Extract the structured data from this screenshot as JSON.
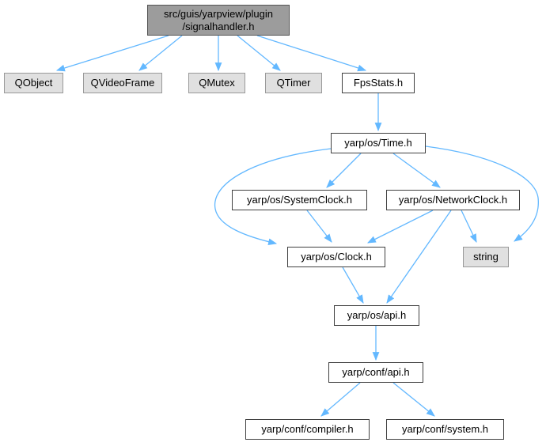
{
  "diagram": {
    "nodes": {
      "signalhandler": {
        "line1": "src/guis/yarpview/plugin",
        "line2": "/signalhandler.h"
      },
      "qobject": {
        "label": "QObject"
      },
      "qvideoframe": {
        "label": "QVideoFrame"
      },
      "qmutex": {
        "label": "QMutex"
      },
      "qtimer": {
        "label": "QTimer"
      },
      "fpsstats": {
        "label": "FpsStats.h"
      },
      "time": {
        "label": "yarp/os/Time.h"
      },
      "systemclock": {
        "label": "yarp/os/SystemClock.h"
      },
      "networkclock": {
        "label": "yarp/os/NetworkClock.h"
      },
      "clock": {
        "label": "yarp/os/Clock.h"
      },
      "string": {
        "label": "string"
      },
      "os_api": {
        "label": "yarp/os/api.h"
      },
      "conf_api": {
        "label": "yarp/conf/api.h"
      },
      "compiler": {
        "label": "yarp/conf/compiler.h"
      },
      "system": {
        "label": "yarp/conf/system.h"
      }
    },
    "edges": [
      {
        "from": "signalhandler",
        "to": "qobject"
      },
      {
        "from": "signalhandler",
        "to": "qvideoframe"
      },
      {
        "from": "signalhandler",
        "to": "qmutex"
      },
      {
        "from": "signalhandler",
        "to": "qtimer"
      },
      {
        "from": "signalhandler",
        "to": "fpsstats"
      },
      {
        "from": "fpsstats",
        "to": "time"
      },
      {
        "from": "time",
        "to": "systemclock"
      },
      {
        "from": "time",
        "to": "networkclock"
      },
      {
        "from": "time",
        "to": "clock"
      },
      {
        "from": "time",
        "to": "string"
      },
      {
        "from": "systemclock",
        "to": "clock"
      },
      {
        "from": "networkclock",
        "to": "clock"
      },
      {
        "from": "networkclock",
        "to": "string"
      },
      {
        "from": "networkclock",
        "to": "os_api"
      },
      {
        "from": "clock",
        "to": "os_api"
      },
      {
        "from": "os_api",
        "to": "conf_api"
      },
      {
        "from": "conf_api",
        "to": "compiler"
      },
      {
        "from": "conf_api",
        "to": "system"
      }
    ],
    "colors": {
      "edge": "#63B8FF",
      "doc_node_fill": "#FFFFFF",
      "doc_node_border": "#404040",
      "external_node_fill": "#E0E0E0",
      "external_node_border": "#999999",
      "root_node_fill": "#9C9C9C",
      "root_node_border": "#545454",
      "background": "#FFFFFF"
    }
  }
}
